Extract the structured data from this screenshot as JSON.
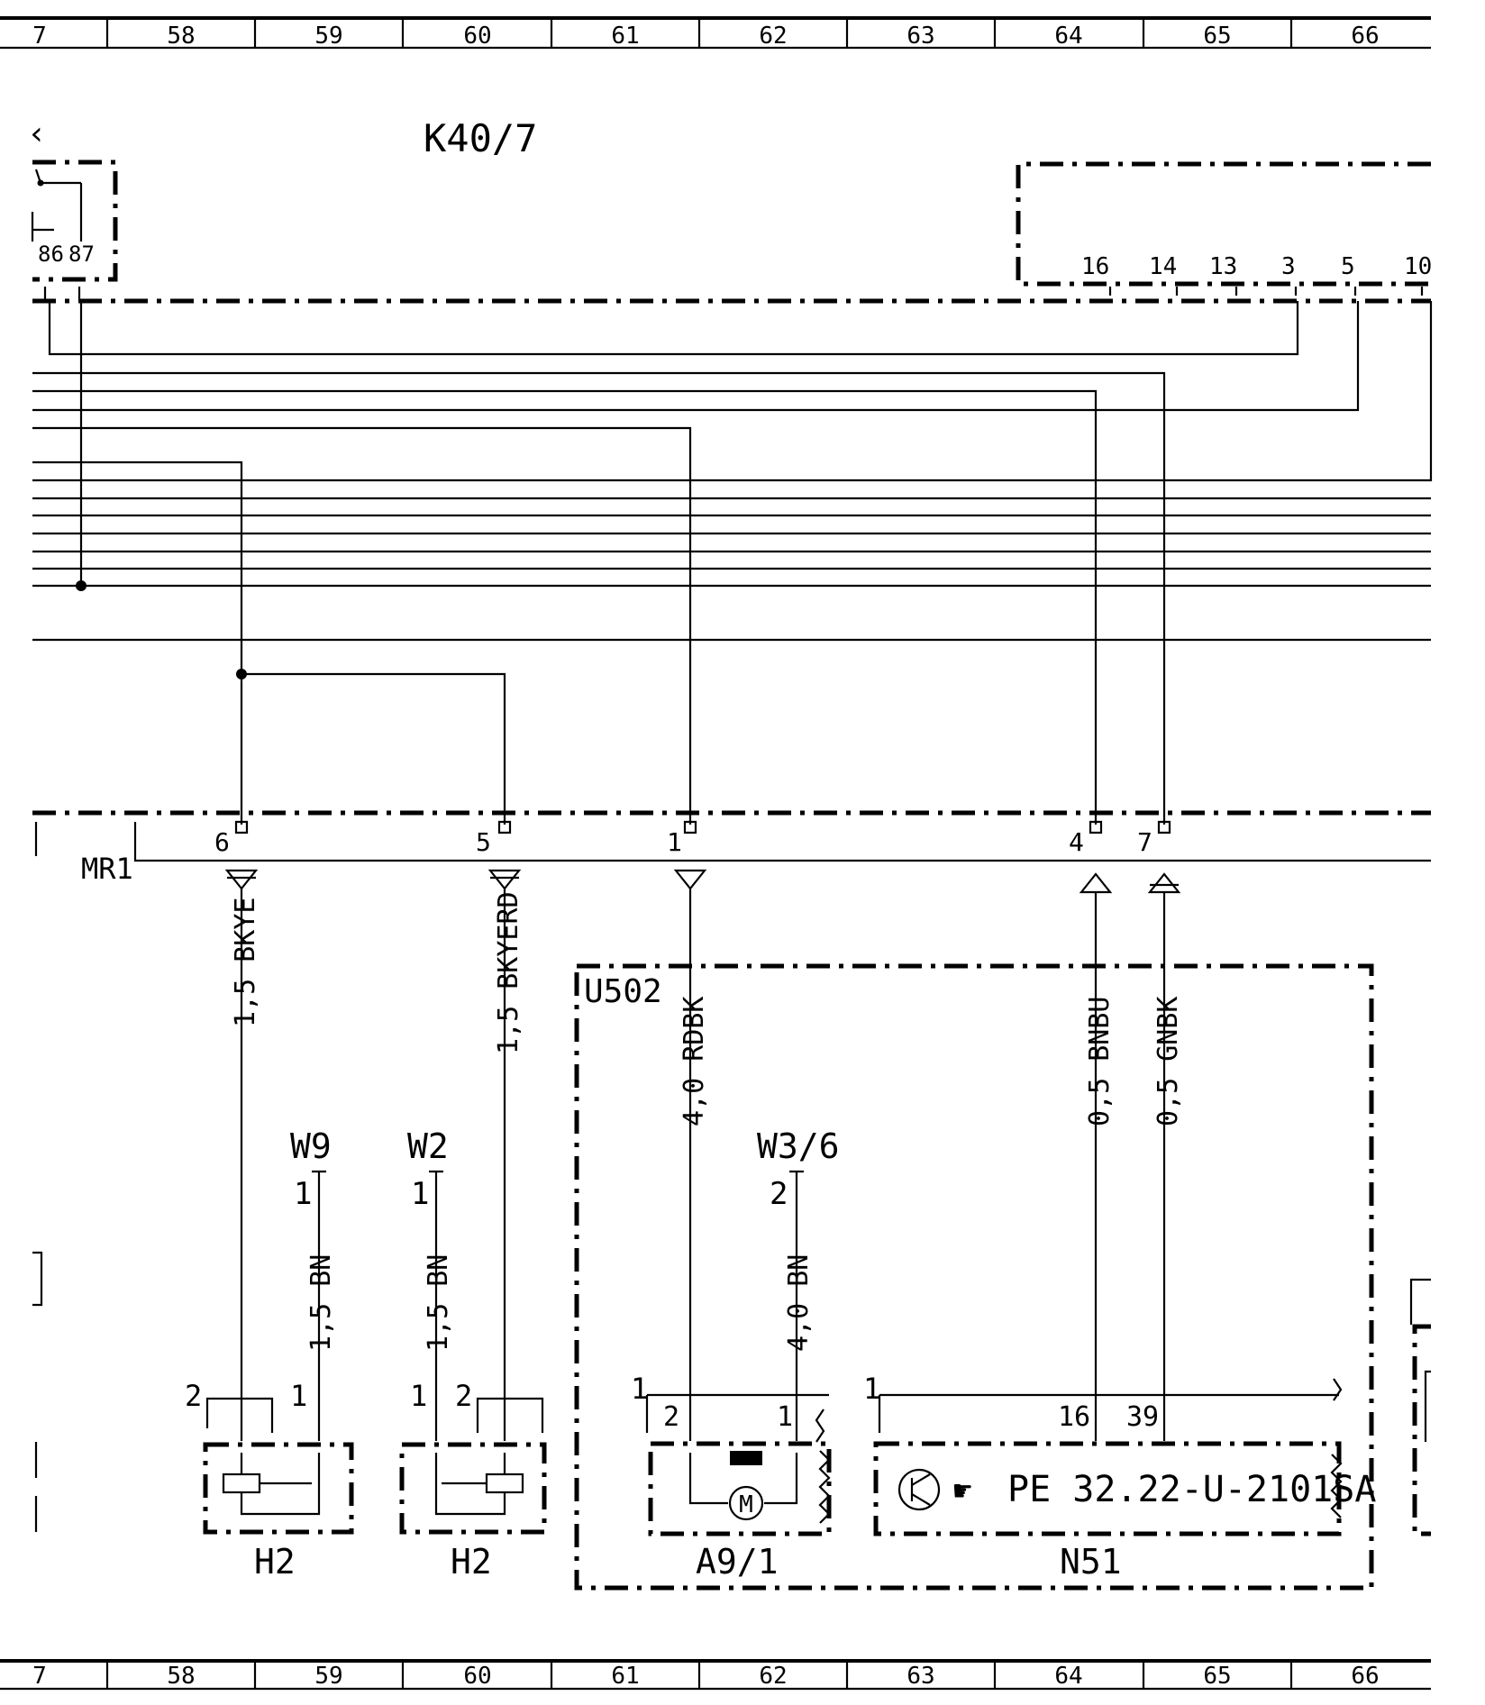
{
  "grid": {
    "columns": [
      "7",
      "58",
      "59",
      "60",
      "61",
      "62",
      "63",
      "64",
      "65",
      "66"
    ]
  },
  "relay": {
    "name": "K40/7",
    "left_fragment": "‹",
    "pins": [
      "86",
      "87"
    ]
  },
  "control_unit_top": {
    "pins": [
      "16",
      "14",
      "13",
      "3",
      "5",
      "10"
    ]
  },
  "connector": {
    "name": "MR1",
    "pins": [
      "6",
      "5",
      "1",
      "4",
      "7"
    ]
  },
  "wires": [
    {
      "label": "1,5  BKYE"
    },
    {
      "label": "1,5  BKYERD"
    },
    {
      "label": "4,0  RDBK"
    },
    {
      "label": "0,5  BNBU"
    },
    {
      "label": "0,5  GNBK"
    },
    {
      "label": "1,5  BN"
    },
    {
      "label": "1,5  BN"
    },
    {
      "label": "4,0  BN"
    }
  ],
  "grounds": [
    {
      "name": "W9",
      "pin": "1"
    },
    {
      "name": "W2",
      "pin": "1"
    },
    {
      "name": "W3/6",
      "pin": "2"
    }
  ],
  "module": {
    "name": "U502"
  },
  "components": [
    {
      "name": "H2",
      "pins": [
        "2",
        "1"
      ]
    },
    {
      "name": "H2",
      "pins": [
        "1",
        "2"
      ]
    },
    {
      "name": "A9/1",
      "outer_pin": "1",
      "pins": [
        "2",
        "1"
      ],
      "symbol": "M"
    },
    {
      "name": "N51",
      "outer_pin": "1",
      "pins": [
        "16",
        "39"
      ],
      "reference": "PE  32.22-U-2101SA"
    }
  ]
}
